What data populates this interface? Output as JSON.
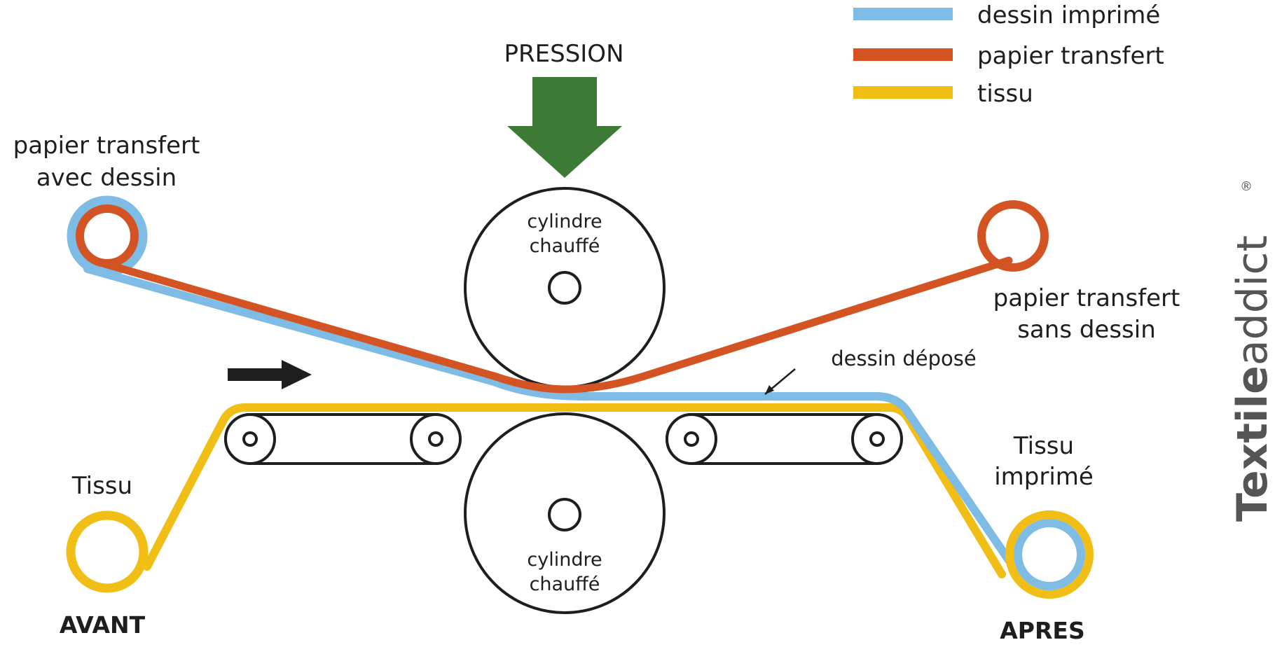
{
  "colors": {
    "printed_design": "#7ebce6",
    "transfer_paper": "#d35422",
    "fabric": "#f0be14",
    "pressure_arrow": "#3d7a35",
    "outline": "#1e1e1e",
    "brand": "#555555"
  },
  "legend": [
    {
      "label": "dessin imprimé",
      "color_key": "printed_design"
    },
    {
      "label": "papier transfert",
      "color_key": "transfer_paper"
    },
    {
      "label": "tissu",
      "color_key": "fabric"
    }
  ],
  "labels": {
    "pressure": "PRESSION",
    "top_cylinder_line1": "cylindre",
    "top_cylinder_line2": "chauffé",
    "bottom_cylinder_line1": "cylindre",
    "bottom_cylinder_line2": "chauffé",
    "paper_in_line1": "papier transfert",
    "paper_in_line2": "avec dessin",
    "paper_out_line1": "papier transfert",
    "paper_out_line2": "sans dessin",
    "design_deposited": "dessin déposé",
    "fabric_in": "Tissu",
    "fabric_out_line1": "Tissu",
    "fabric_out_line2": "imprimé",
    "before": "AVANT",
    "after": "APRES"
  },
  "brand": {
    "bold_part": "Textile",
    "regular_part": "addict",
    "mark": "®"
  },
  "icons": {
    "pressure": "down-arrow-icon",
    "direction": "right-arrow-icon"
  }
}
